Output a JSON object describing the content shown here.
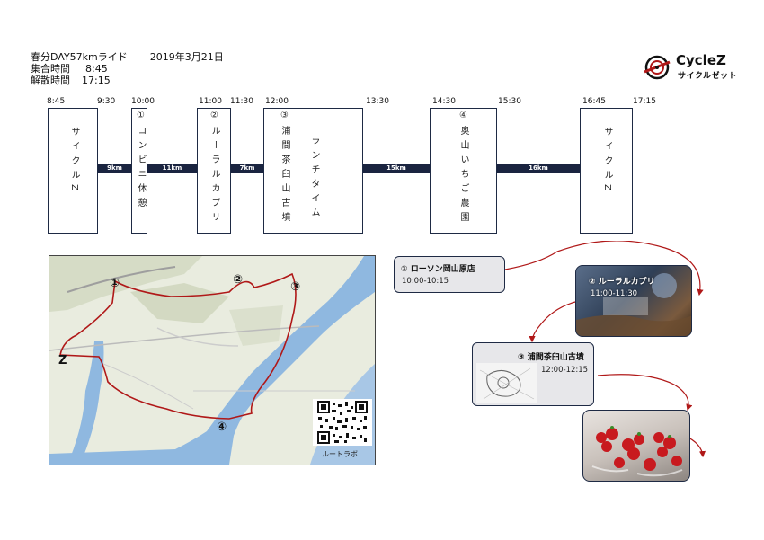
{
  "header": {
    "title": "春分DAY57kmライド",
    "date": "2019年3月21日",
    "meet_label": "集合時間",
    "meet_time": "8:45",
    "end_label": "解散時間",
    "end_time": "17:15"
  },
  "logo": {
    "name": "CycleZ",
    "sub": "サイクルゼット"
  },
  "timeline": {
    "times": [
      {
        "t": "8:45"
      },
      {
        "t": "9:30"
      },
      {
        "t": "10:00"
      },
      {
        "t": "11:00"
      },
      {
        "t": "11:30"
      },
      {
        "t": "12:00"
      },
      {
        "t": "13:30"
      },
      {
        "t": "14:30"
      },
      {
        "t": "15:30"
      },
      {
        "t": "16:45"
      },
      {
        "t": "17:15"
      }
    ],
    "stops": [
      {
        "col1": "サイクルZ"
      },
      {
        "col1": "①コンビニ休憩"
      },
      {
        "col1": "②ルーラルカプリ"
      },
      {
        "col1": "③浦間茶臼山古墳",
        "col2": "ランチタイム"
      },
      {
        "col1": "④奥山いちご農園"
      },
      {
        "col1": "サイクルZ"
      }
    ],
    "segments": [
      "9km",
      "11km",
      "7km",
      "15km",
      "16km"
    ]
  },
  "map": {
    "markers": [
      "①",
      "②",
      "③",
      "④",
      "Z"
    ],
    "credit": "ルートラボ"
  },
  "cards": [
    {
      "title": "① ローソン岡山原店",
      "time": "10:00-10:15"
    },
    {
      "title": "② ルーラルカプリ",
      "time": "11:00-11:30"
    },
    {
      "title": "③ 浦間茶臼山古墳",
      "time": "12:00-12:15"
    }
  ],
  "colors": {
    "accent": "#b01818",
    "navy": "#1a2440"
  }
}
